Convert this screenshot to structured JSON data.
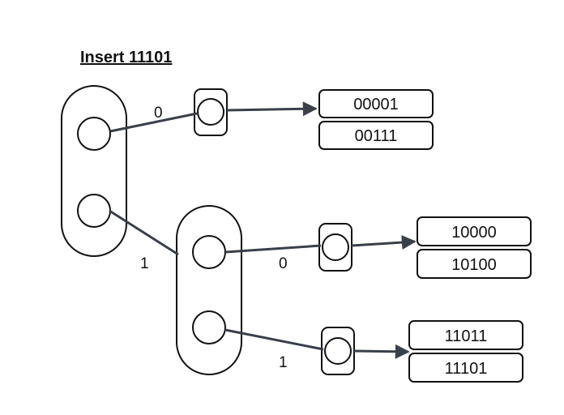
{
  "title": "Insert 11101",
  "edges": {
    "root_zero": "0",
    "root_one": "1",
    "child_zero": "0",
    "child_one": "1"
  },
  "buckets": {
    "bucket_0": [
      "00001",
      "00111"
    ],
    "bucket_10": [
      "10000",
      "10100"
    ],
    "bucket_11": [
      "11011",
      "11101"
    ]
  },
  "colors": {
    "line": "#111111",
    "link": "#3a4049",
    "background": "#ffffff"
  }
}
